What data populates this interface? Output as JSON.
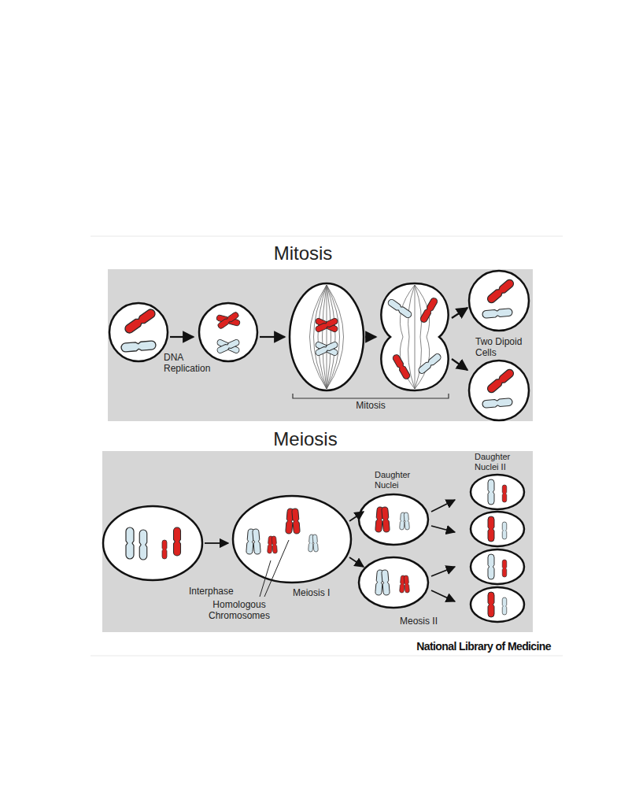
{
  "diagram": {
    "nodes": [
      {
        "text": [
          "Mitosis",
          "DNA Replication",
          "Mitosis",
          "Two Dipoid Cells"
        ]
      },
      {
        "text": [
          "Meiosis",
          "Daughter Nuclei II",
          "Daughter Nuclei",
          "Interphase",
          "Meiosis I",
          "Homologous Chromosomes",
          "Meosis II"
        ]
      }
    ],
    "labels": [
      "National Library of Medicine"
    ]
  }
}
